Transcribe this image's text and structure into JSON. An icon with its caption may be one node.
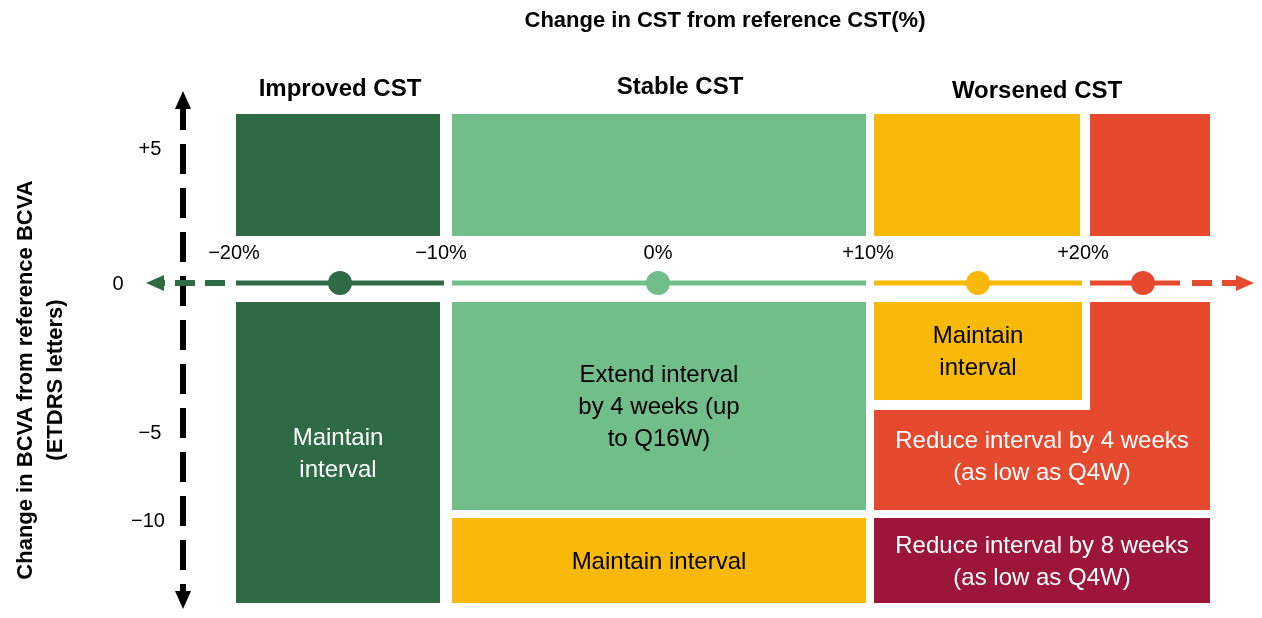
{
  "diagram": {
    "nodes": [
      {
        "text": [],
        "shape": "box"
      },
      {
        "text": [],
        "shape": "box"
      },
      {
        "text": [],
        "shape": "box"
      },
      {
        "text": [],
        "shape": "box"
      },
      {
        "text": [
          "Maintain interval"
        ]
      },
      {
        "text": [
          "Extend interval by 4 weeks (up to Q16W)"
        ]
      },
      {
        "text": [
          "Maintain interval"
        ]
      },
      {
        "text": [
          "Reduce interval by 4 weeks (as low as Q4W)"
        ]
      },
      {
        "text": [
          "Maintain interval"
        ]
      },
      {
        "text": [
          "Reduce interval by 8 weeks (as low as Q4W)"
        ]
      }
    ],
    "labels": [
      "Change in CST from reference CST(%)",
      "Improved CST",
      "Stable CST",
      "Worsened CST",
      "+5",
      "−20%",
      "−10%",
      "0%",
      "+10%",
      "+20%",
      "0",
      "−5",
      "−10",
      "Change in BCVA from reference BCVA (ETDRS letters)"
    ]
  }
}
